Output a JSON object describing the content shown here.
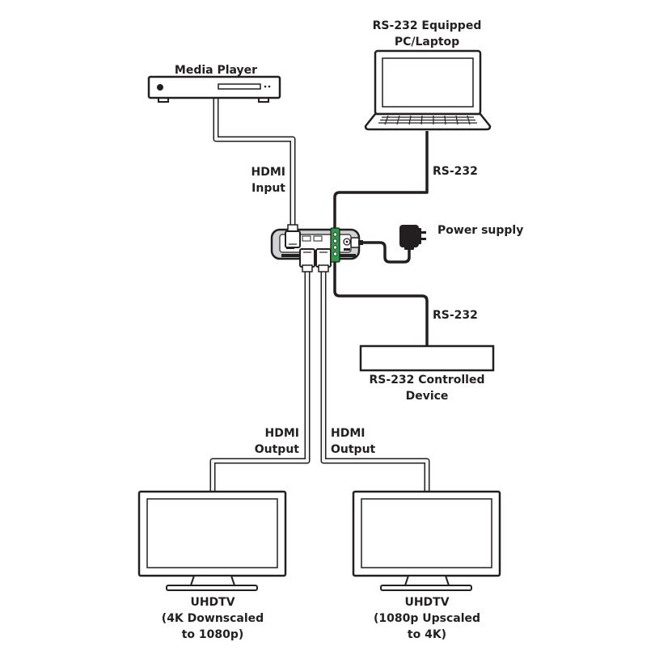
{
  "labels": {
    "media_player": "Media Player",
    "pc": [
      "RS-232 Equipped",
      "PC/Laptop"
    ],
    "hdmi_input": [
      "HDMI",
      "Input"
    ],
    "rs232_top": "RS-232",
    "power_supply": "Power supply",
    "rs232_bottom": "RS-232",
    "controlled_device": [
      "RS-232 Controlled",
      "Device"
    ],
    "hdmi_output_left": [
      "HDMI",
      "Output"
    ],
    "hdmi_output_right": [
      "HDMI",
      "Output"
    ],
    "tv_left": [
      "UHDTV",
      "(4K Downscaled",
      "to 1080p)"
    ],
    "tv_right": [
      "UHDTV",
      "(1080p Upscaled",
      "to 4K)"
    ]
  },
  "colors": {
    "device_fill": "#ffffff",
    "outline": "#231f20",
    "unit_fill": "#d0d2d3",
    "terminal_green": "#2e9a4a",
    "cable_fill": "#f4f4f4"
  }
}
